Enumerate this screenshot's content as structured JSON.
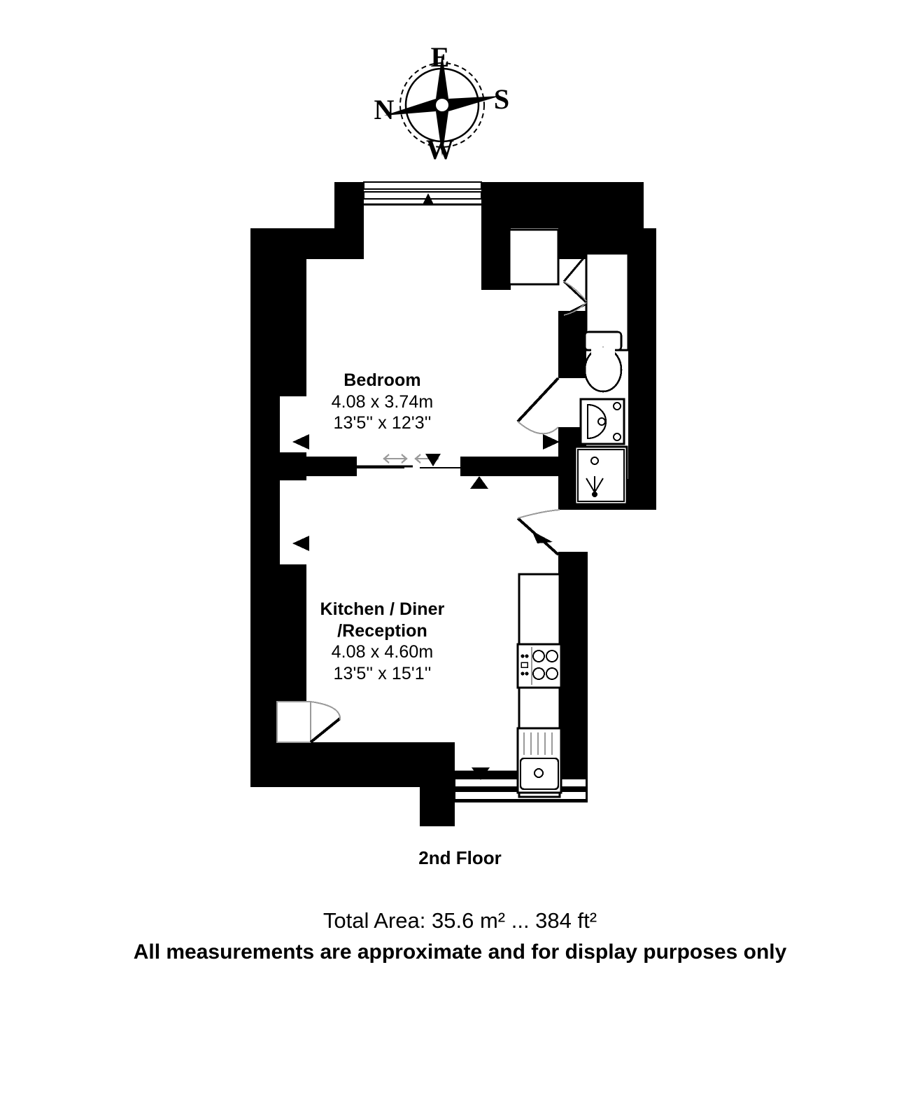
{
  "document": {
    "type": "floor-plan",
    "floor_title": "2nd Floor",
    "total_area": "Total Area: 35.6 m² ... 384 ft²",
    "disclaimer": "All measurements are approximate and for display purposes only"
  },
  "compass": {
    "name": "compass-rose",
    "labels": {
      "top": "E",
      "right": "S",
      "bottom": "W",
      "left": "N"
    }
  },
  "rooms": [
    {
      "id": "bedroom",
      "name": "Bedroom",
      "dim_metric": "4.08 x 3.74m",
      "dim_imperial": "13'5'' x 12'3''"
    },
    {
      "id": "kitchen",
      "name_line1": "Kitchen / Diner",
      "name_line2": "/Reception",
      "dim_metric": "4.08 x 4.60m",
      "dim_imperial": "13'5'' x 15'1''"
    }
  ],
  "fixtures": [
    {
      "id": "wc",
      "label": "toilet"
    },
    {
      "id": "basin",
      "label": "wash-basin"
    },
    {
      "id": "shower",
      "label": "shower-tray"
    },
    {
      "id": "hob",
      "label": "cooker-hob"
    },
    {
      "id": "sink",
      "label": "kitchen-sink"
    },
    {
      "id": "cupboard",
      "label": "storage-cupboard"
    }
  ],
  "openings": [
    {
      "id": "window-top",
      "type": "window"
    },
    {
      "id": "window-bottom",
      "type": "window"
    },
    {
      "id": "door-entry",
      "type": "hinged-door"
    },
    {
      "id": "door-bathroom",
      "type": "hinged-door"
    },
    {
      "id": "door-kitchen",
      "type": "hinged-door"
    },
    {
      "id": "door-sliding",
      "type": "sliding-door"
    },
    {
      "id": "door-cupboard",
      "type": "bifold-door"
    }
  ],
  "colors": {
    "wall": "#000000",
    "background": "#ffffff",
    "fixture_stroke": "#000000",
    "slider_arrow": "#9a9a9a"
  }
}
